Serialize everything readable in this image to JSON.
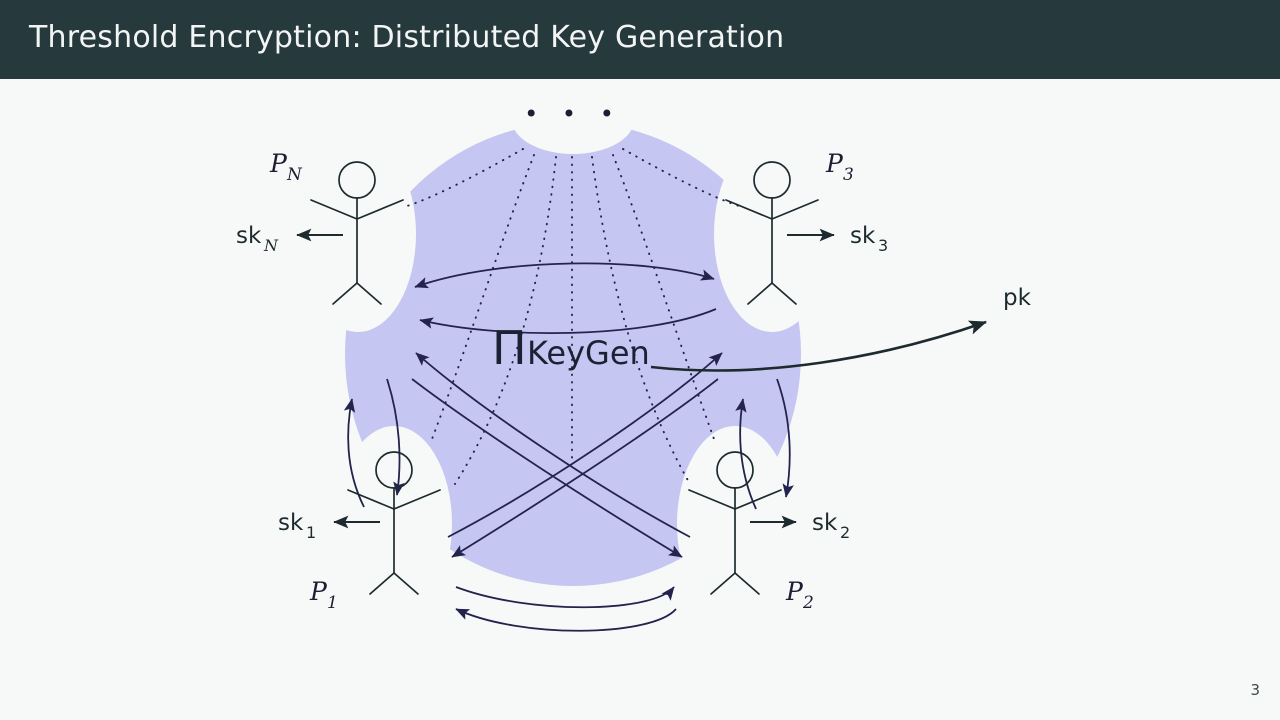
{
  "slide": {
    "title": "Threshold Encryption: Distributed Key Generation",
    "page_number": "3",
    "title_bar_color": "#26393c",
    "background_color": "#f7f9f9"
  },
  "diagram": {
    "protocol_symbol": "Π",
    "protocol_name": "KeyGen",
    "region_color": "#c6c6f2",
    "arrow_color": "#23234d",
    "ink_color": "#1d2b2e",
    "ellipsis": "• • •",
    "ellipsis_dots": [
      "•",
      "•",
      "•"
    ],
    "parties": [
      {
        "id": "party-n",
        "label": "P",
        "subscript": "N",
        "output_label": "sk",
        "output_subscript": "N",
        "output_direction": "left",
        "position": "top-left"
      },
      {
        "id": "party-3",
        "label": "P",
        "subscript": "3",
        "output_label": "sk",
        "output_subscript": "3",
        "output_direction": "right",
        "position": "top-right"
      },
      {
        "id": "party-1",
        "label": "P",
        "subscript": "1",
        "output_label": "sk",
        "output_subscript": "1",
        "output_direction": "left",
        "position": "bottom-left"
      },
      {
        "id": "party-2",
        "label": "P",
        "subscript": "2",
        "output_label": "sk",
        "output_subscript": "2",
        "output_direction": "right",
        "position": "bottom-right"
      }
    ],
    "public_output": {
      "label": "pk",
      "direction": "right"
    }
  }
}
